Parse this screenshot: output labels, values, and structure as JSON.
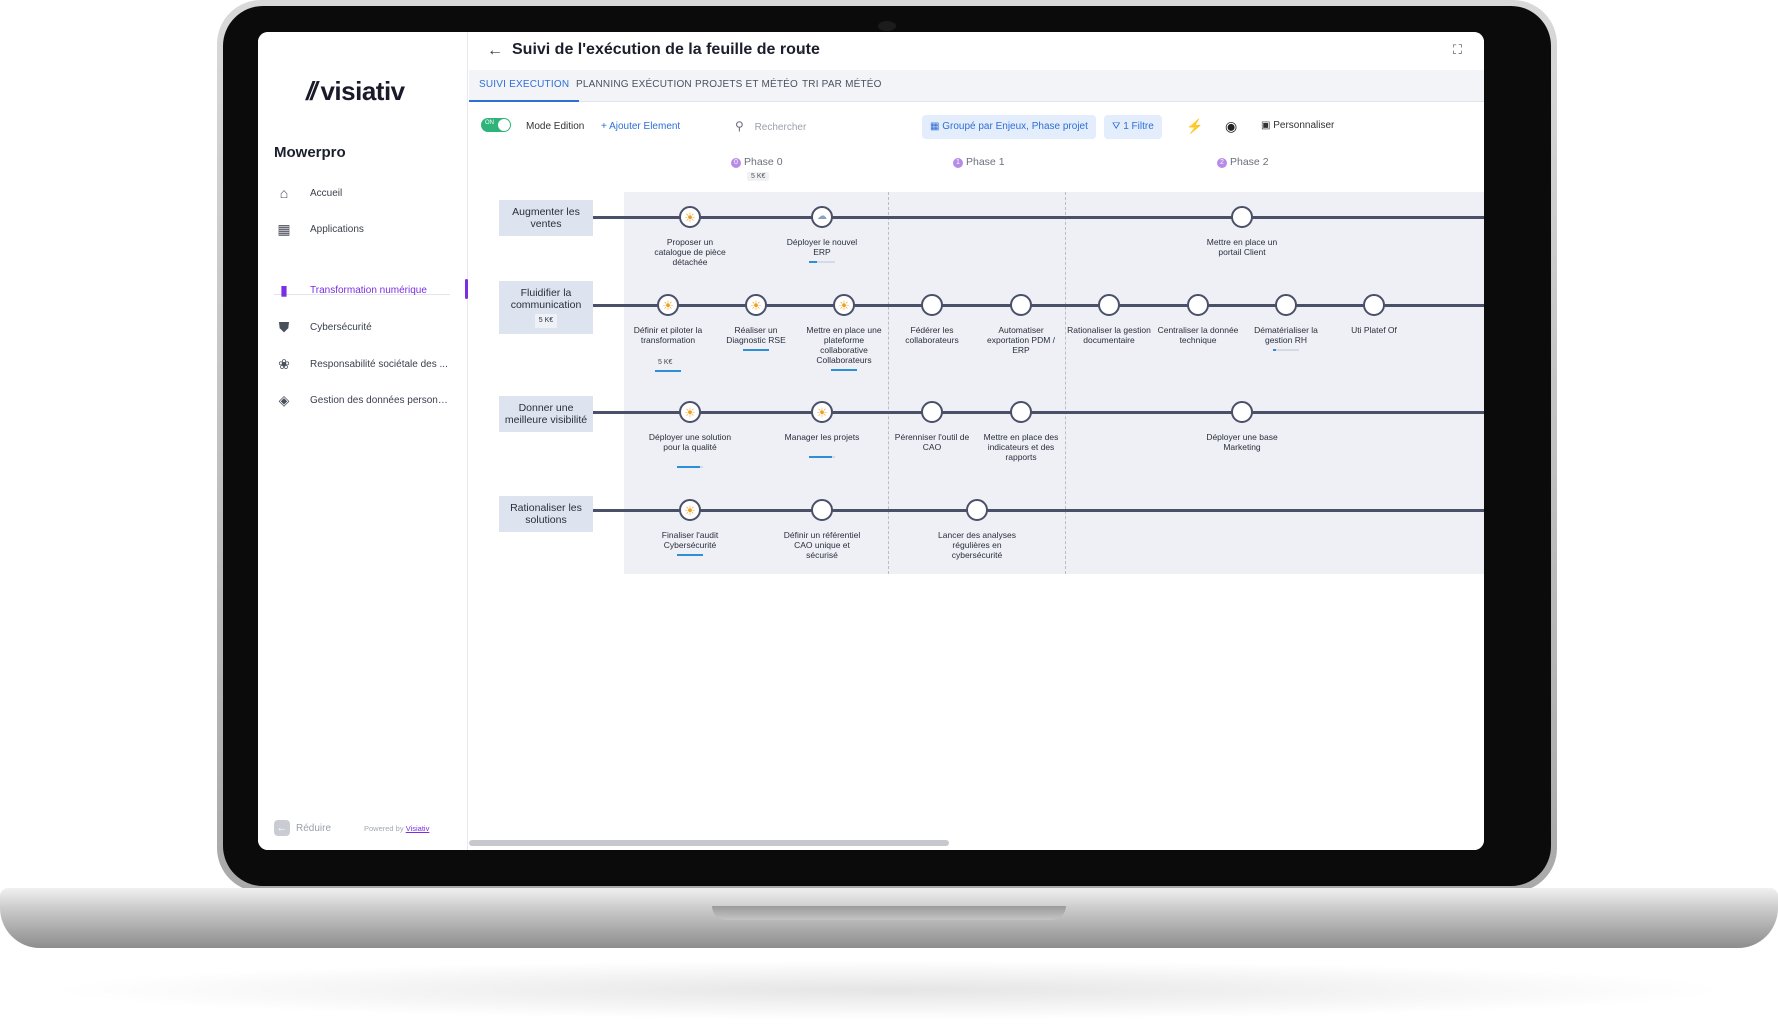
{
  "app": {
    "brand": "visiativ",
    "company": "Mowerpro"
  },
  "sidebar": {
    "items": [
      {
        "label": "Accueil",
        "icon": "home-icon"
      },
      {
        "label": "Applications",
        "icon": "grid-icon"
      },
      {
        "label": "Transformation numérique",
        "icon": "bar-chart-icon",
        "active": true
      },
      {
        "label": "Cybersécurité",
        "icon": "shield-icon"
      },
      {
        "label": "Responsabilité sociétale des ...",
        "icon": "leaf-icon"
      },
      {
        "label": "Gestion des données personn...",
        "icon": "shield-lock-icon"
      }
    ],
    "reduce_label": "Réduire",
    "powered_prefix": "Powered by",
    "powered_link": "Visiativ"
  },
  "header": {
    "title": "Suivi de l'exécution de la feuille de route"
  },
  "tabs": [
    {
      "label": "SUIVI EXECUTION",
      "active": true
    },
    {
      "label": "PLANNING EXÉCUTION"
    },
    {
      "label": "PROJETS ET MÉTÉO"
    },
    {
      "label": "TRI PAR MÉTÉO"
    }
  ],
  "toolbar": {
    "toggle_state": "ON",
    "mode_label": "Mode Edition",
    "add_label": "+ Ajouter Element",
    "search_placeholder": "Rechercher",
    "group_label": "Groupé par Enjeux, Phase projet",
    "filter_label": "1 Filtre",
    "customize_label": "Personnaliser"
  },
  "phases": [
    {
      "num": "0",
      "label": "Phase 0",
      "budget": "5 K€"
    },
    {
      "num": "1",
      "label": "Phase 1"
    },
    {
      "num": "2",
      "label": "Phase 2"
    }
  ],
  "lanes": [
    {
      "label": "Augmenter les ventes",
      "milestones": [
        {
          "label": "Proposer un catalogue de pièce détachée",
          "weather": "sun"
        },
        {
          "label": "Déployer le nouvel ERP",
          "weather": "cloud",
          "progress": 0.3
        },
        {
          "label": "Mettre en place un portail Client"
        }
      ]
    },
    {
      "label": "Fluidifier la communication",
      "budget": "5 K€",
      "milestones": [
        {
          "label": "Définir et piloter la transformation",
          "weather": "sun",
          "budget": "5 K€",
          "progress": 1.0
        },
        {
          "label": "Réaliser un Diagnostic RSE",
          "weather": "sun",
          "progress": 1.0
        },
        {
          "label": "Mettre en place une plateforme collaborative Collaborateurs",
          "weather": "sun",
          "progress": 1.0
        },
        {
          "label": "Fédérer les collaborateurs"
        },
        {
          "label": "Automatiser exportation PDM / ERP"
        },
        {
          "label": "Rationaliser la gestion documentaire"
        },
        {
          "label": "Centraliser la donnée technique"
        },
        {
          "label": "Dématérialiser la gestion RH",
          "progress": 0.1
        },
        {
          "label": "Uti Platef Of"
        }
      ]
    },
    {
      "label": "Donner une meilleure visibilité",
      "milestones": [
        {
          "label": "Déployer une solution pour la qualité",
          "weather": "sun",
          "progress": 0.9
        },
        {
          "label": "Manager les projets",
          "weather": "sun",
          "progress": 0.9
        },
        {
          "label": "Pérenniser l'outil de CAO"
        },
        {
          "label": "Mettre en place des indicateurs et des rapports"
        },
        {
          "label": "Déployer une base Marketing"
        }
      ]
    },
    {
      "label": "Rationaliser les solutions",
      "milestones": [
        {
          "label": "Finaliser l'audit Cybersécurité",
          "weather": "sun",
          "progress": 1.0
        },
        {
          "label": "Définir un référentiel CAO unique et sécurisé"
        },
        {
          "label": "Lancer des analyses régulières en cybersécurité"
        }
      ]
    }
  ]
}
